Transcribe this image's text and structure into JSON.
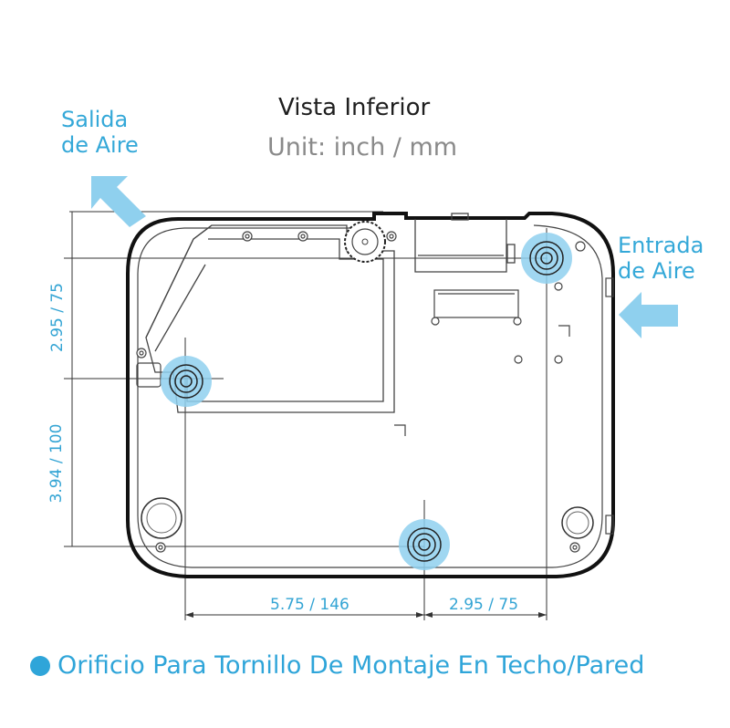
{
  "title": "Vista Inferior",
  "unit_label": "Unit: inch / mm",
  "air_outlet": {
    "line1": "Salida",
    "line2": "de Aire"
  },
  "air_inlet": {
    "line1": "Entrada",
    "line2": "de Aire"
  },
  "dimensions": {
    "left_top": "2.95 / 75",
    "left_bottom": "3.94 / 100",
    "bottom_left": "5.75 / 146",
    "bottom_right": "2.95 / 75"
  },
  "legend": "Orificio Para Tornillo De Montaje En Techo/Pared",
  "colors": {
    "accent": "#34a8d8",
    "hole_fill": "#8fd0ee",
    "outline": "#111111",
    "thin": "#555555"
  }
}
